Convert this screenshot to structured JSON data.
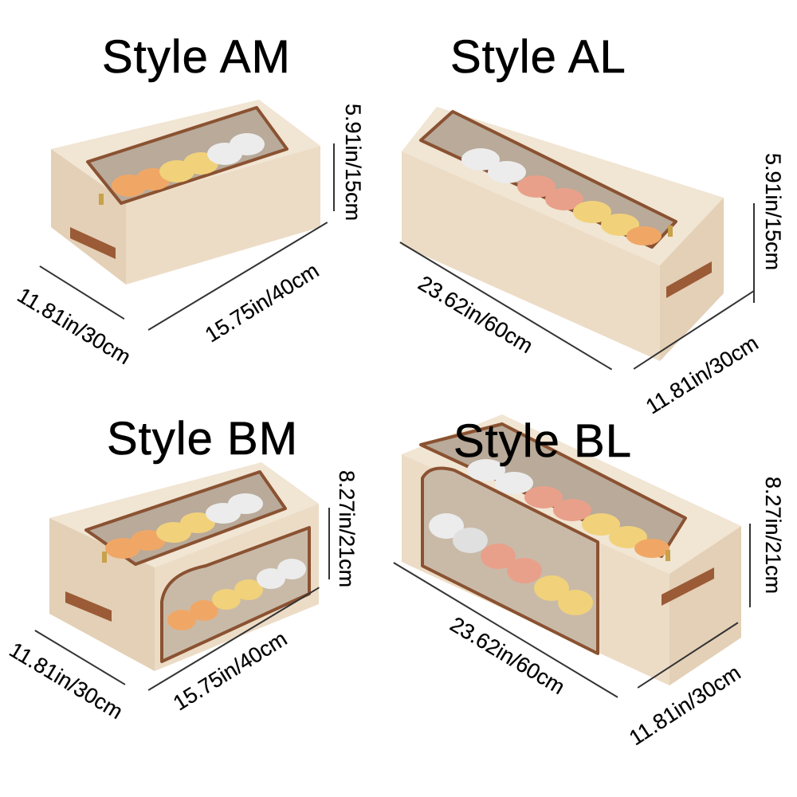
{
  "colors": {
    "fabric": "#ecdcc6",
    "fabric_top": "#f1e5d3",
    "fabric_side": "#e3d0b6",
    "trim": "#8a5232",
    "window": "#b9aa9a",
    "window_inner": "#a8998a",
    "handle": "#9a5b36",
    "shoe_orange": "#f0a766",
    "shoe_yellow": "#f1d27a",
    "shoe_pink": "#e9a08a",
    "shoe_white": "#ececec"
  },
  "products": [
    {
      "title": "Style AM",
      "dimensions": {
        "height": "5.91in/15cm",
        "length": "15.75in/40cm",
        "width": "11.81in/30cm"
      }
    },
    {
      "title": "Style AL",
      "dimensions": {
        "height": "5.91in/15cm",
        "length": "23.62in/60cm",
        "width": "11.81in/30cm"
      }
    },
    {
      "title": "Style BM",
      "dimensions": {
        "height": "8.27in/21cm",
        "length": "15.75in/40cm",
        "width": "11.81in/30cm"
      }
    },
    {
      "title": "Style BL",
      "dimensions": {
        "height": "8.27in/21cm",
        "length": "23.62in/60cm",
        "width": "11.81in/30cm"
      }
    }
  ]
}
